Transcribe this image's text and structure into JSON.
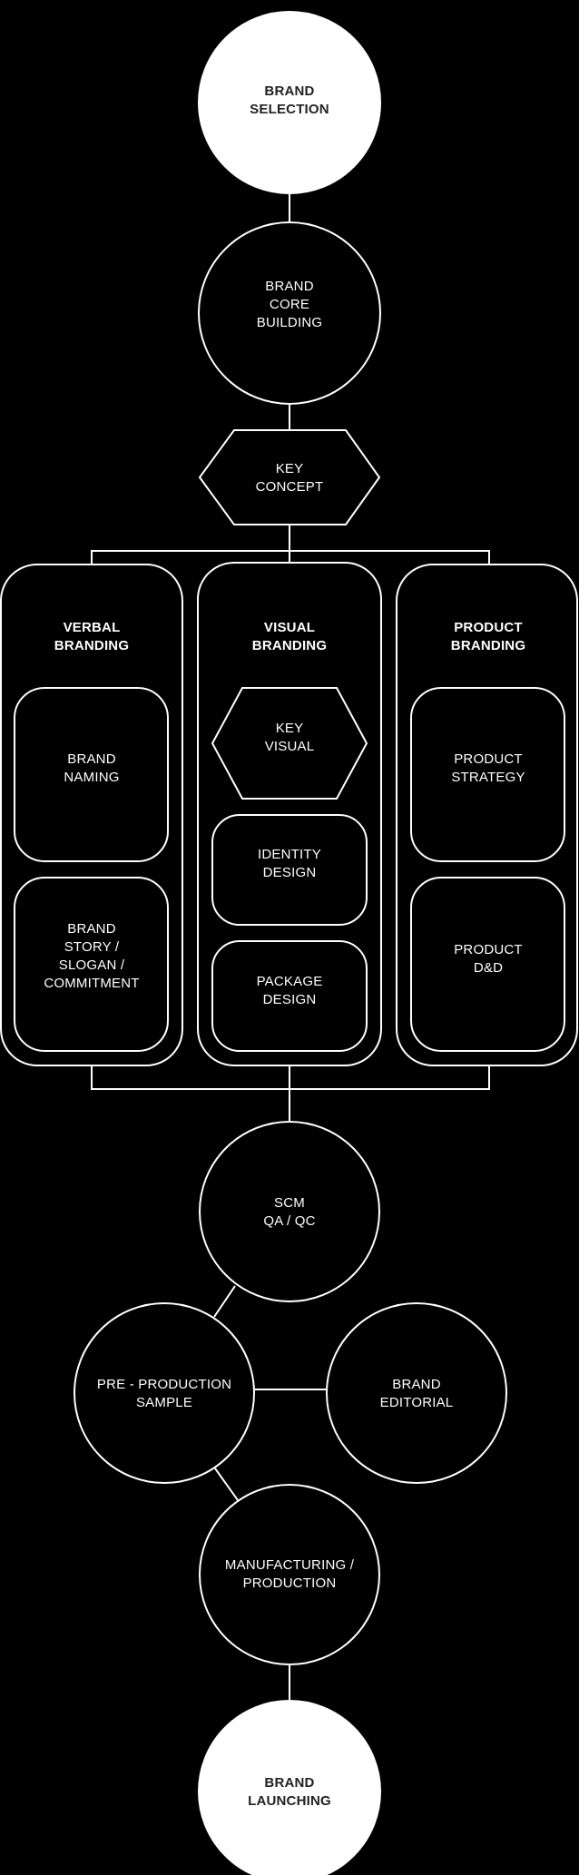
{
  "colors": {
    "background": "#000000",
    "stroke": "#ffffff",
    "terminal_fill": "#ffffff",
    "terminal_text": "#222222"
  },
  "nodes": {
    "brand_selection": "BRAND\nSELECTION",
    "brand_core_building": "BRAND\nCORE\nBUILDING",
    "key_concept": "KEY\nCONCEPT",
    "verbal_branding": {
      "title": "VERBAL\nBRANDING",
      "items": [
        "BRAND\nNAMING",
        "BRAND\nSTORY /\nSLOGAN /\nCOMMITMENT"
      ]
    },
    "visual_branding": {
      "title": "VISUAL\nBRANDING",
      "items": [
        "KEY\nVISUAL",
        "IDENTITY\nDESIGN",
        "PACKAGE\nDESIGN"
      ]
    },
    "product_branding": {
      "title": "PRODUCT\nBRANDING",
      "items": [
        "PRODUCT\nSTRATEGY",
        "PRODUCT\nD&D"
      ]
    },
    "scm": "SCM\nQA / QC",
    "pre_production": "PRE - PRODUCTION\nSAMPLE",
    "brand_editorial": "BRAND\nEDITORIAL",
    "manufacturing": "MANUFACTURING /\nPRODUCTION",
    "brand_launching": "BRAND\nLAUNCHING"
  }
}
